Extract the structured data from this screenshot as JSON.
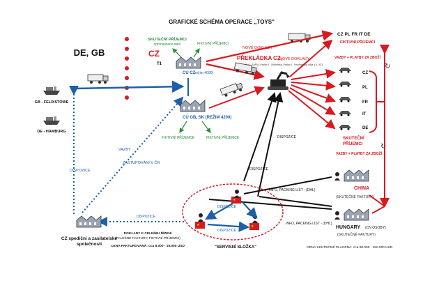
{
  "title": "GRAFICKÉ SCHÉMA OPERACE „TOYS\"",
  "left": {
    "region_label": "DE, GB",
    "gb_felixstowe": "GB - FELIXSTOWE",
    "de_hamburg": "DE - HAMBURG",
    "dispozice_vertical": "DISPOZICE",
    "forwarder_name_1": "CZ spediční a zasilatelské",
    "forwarder_name_2": "společnosti",
    "docs_1": "DOKLADY K CELNÍMU ŘÍZENÍ",
    "docs_2": "(FALEŠNÉ FAKTURY, FIKTIVNÍ PŘÍJEMCI)",
    "invoiced_price": "CENA FAKTUROVANÁ: cca 8.000 - 15.000 USD",
    "vazby": "VAZBY",
    "zastupovani": "ZASTUPOVÁNÍ V ČR"
  },
  "center": {
    "cz_label": "CZ",
    "t1_label": "T1",
    "real_recipients_1": "SKUTEČNÍ PŘÍJEMCI",
    "real_recipients_2": "optimalizace daní",
    "fictive_recipients_top": "FIKTIVNÍ PŘÍJEMCI",
    "cu_cz": "CÚ CZ",
    "cu_cz_regime": "(režim 4000)",
    "cu_gb_sk": "CÚ GB, SK (REŽIM 4200)",
    "fictive_recipients_left": "FIKTIVNÍ PŘÍJEMCE",
    "fictive_recipients_right": "FIKTIVNÍ PŘÍJEMCE",
    "new_docs": "NOVÉ DOKLADY",
    "transload_label": "PŘEKLÁDKA CZ,",
    "transload_new_docs": "NOVÉ DOKLADY",
    "transload_places": "Praha 6 - SAFIA, Praha 8 - Ocelářská, Praha 6 - Vinohradská ulice č.p. X33",
    "dispozice_mid": "DISPOZICE",
    "dispozice_low": "DISPOZICE",
    "dispozice_arrow": "DISPOZICE",
    "info_1": "INFO, PACKING LIST - (DHL)",
    "info_2": "INFO, PACKING LIST - (DHL)",
    "dispozice_red_1": "DISPOZICE",
    "dispozice_red_2": "DISPOZICE",
    "service_unit": "\"SERVISNÍ SLOŽKA\""
  },
  "right": {
    "dest_top": "CZ PL FR IT DE",
    "fictive_top": "FIKTIVNÍ PŘÍJEMCI",
    "ties_top": "VAZBY + PLATBY ZA ZBOŽÍ",
    "countries": [
      "CZ",
      "PL",
      "FR",
      "IT",
      "DE"
    ],
    "real_recipients_1": "SKUTEČNÍ",
    "real_recipients_2": "PŘÍJEMCI",
    "ties_bottom": "VAZBY + PLATBY ZA ZBOŽÍ",
    "china": "CHINA",
    "china_invoices": "(SKUTEČNÉ FAKTURY)",
    "hungary": "HUNGARY",
    "hungary_persons": "(CN OSOBY)",
    "hungary_invoices": "(SKUTEČNÉ FAKTURY)",
    "real_price": "CENA SKUTEČNĚ PLACENÁ: cca 80.000 - 150.000 USD"
  },
  "colors": {
    "blue": "#1d5fa8",
    "red": "#d71920",
    "green": "#2e8b3d",
    "black": "#111111",
    "gray": "#555555"
  }
}
